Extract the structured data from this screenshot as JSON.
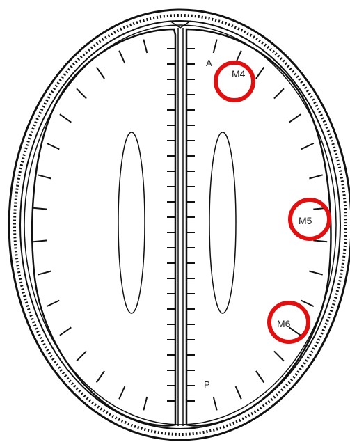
{
  "diagram": {
    "direction_labels": {
      "anterior": "A",
      "posterior": "P"
    },
    "markers": [
      {
        "id": "m4",
        "label": "M4"
      },
      {
        "id": "m5",
        "label": "M5"
      },
      {
        "id": "m6",
        "label": "M6"
      }
    ],
    "colors": {
      "line": "#111111",
      "marker_ring": "#e01010",
      "background": "#ffffff"
    }
  }
}
